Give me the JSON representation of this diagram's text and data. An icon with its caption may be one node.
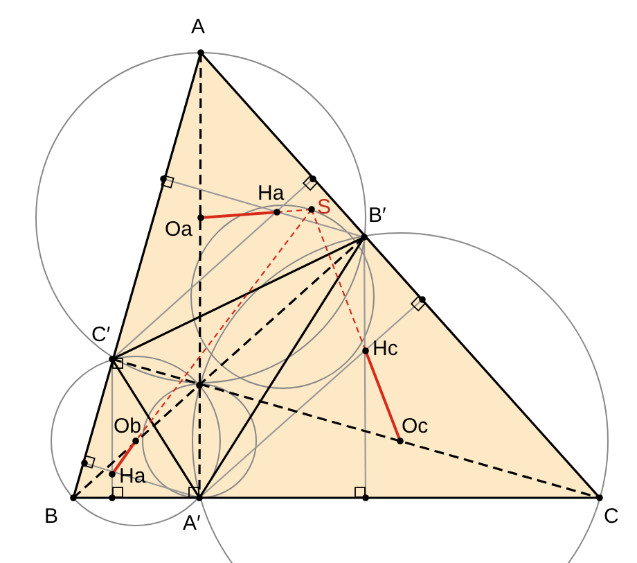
{
  "diagram": {
    "labels": [
      "A",
      "Ha",
      "S",
      "Oa",
      "B′",
      "C′",
      "Hc",
      "Ob",
      "Oc",
      "Ha",
      "B",
      "A′",
      "C"
    ]
  }
}
